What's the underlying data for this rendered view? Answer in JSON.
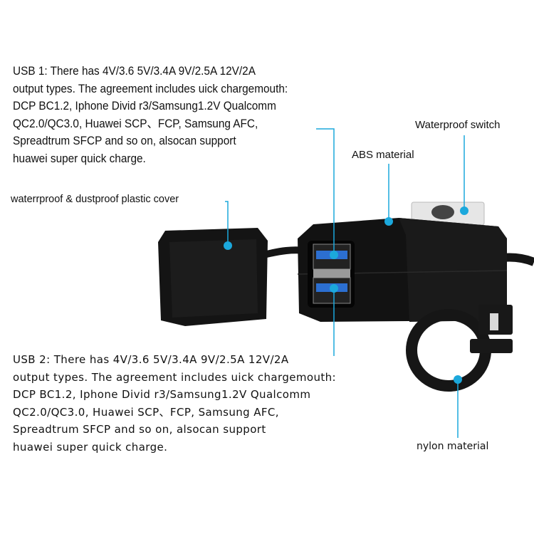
{
  "usb1": {
    "lines": [
      "USB 1: There has 4V/3.6 5V/3.4A 9V/2.5A 12V/2A",
      "output types. The agreement includes uick chargemouth:",
      "DCP BC1.2, Iphone Divid r3/Samsung1.2V Qualcomm",
      "QC2.0/QC3.0, Huawei SCP、FCP,  Samsung AFC,",
      "Spreadtrum SFCP and so on, alsocan support",
      "huawei super quick charge."
    ]
  },
  "usb2": {
    "lines": [
      "USB 2: There has 4V/3.6 5V/3.4A 9V/2.5A 12V/2A",
      "output types. The agreement includes uick chargemouth:",
      "DCP BC1.2, Iphone Divid r3/Samsung1.2V Qualcomm",
      "QC2.0/QC3.0, Huawei SCP、FCP, Samsung AFC,",
      "Spreadtrum SFCP and so on, alsocan support",
      "huawei super quick charge."
    ]
  },
  "labels": {
    "cover": "waterrproof & dustproof plastic cover",
    "abs": "ABS material",
    "switch": "Waterproof switch",
    "nylon": "nylon material"
  },
  "colors": {
    "leader": "#1ba8dc",
    "product": "#111111",
    "usb_tongue": "#2c6fd1"
  }
}
